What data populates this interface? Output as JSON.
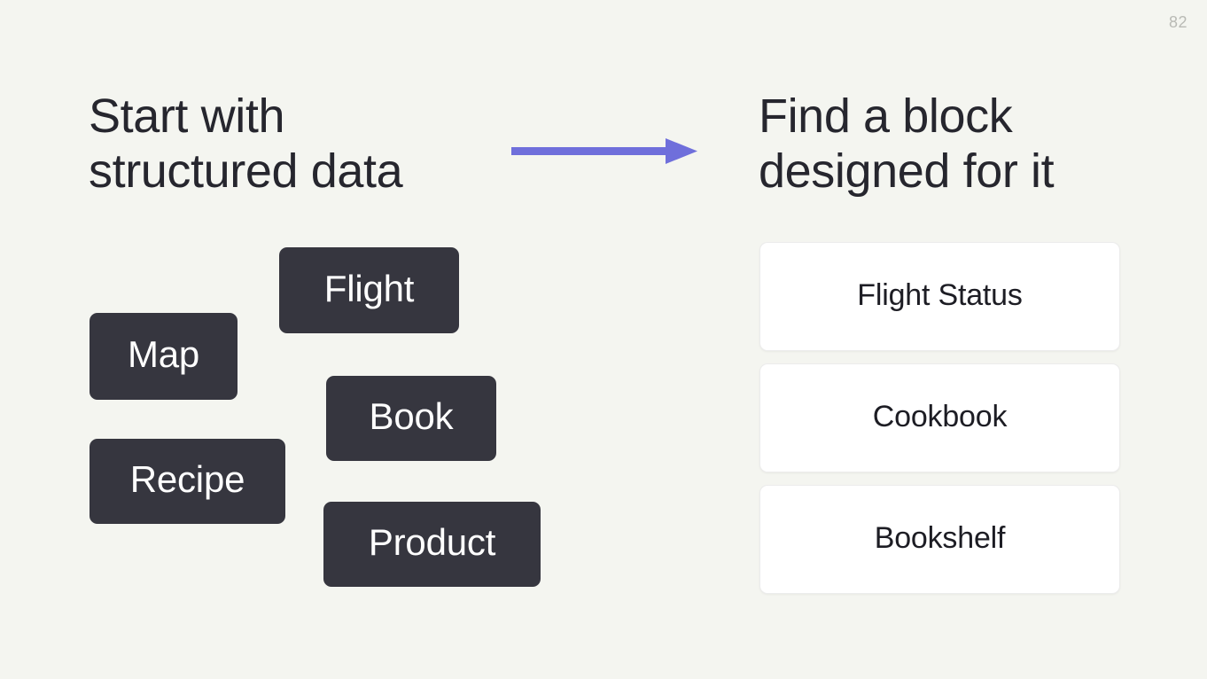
{
  "slide": {
    "page_number": "82",
    "background_color": "#f4f5f0"
  },
  "left": {
    "heading": "Start with\nstructured data",
    "chip_color": "#36363f",
    "chip_text_color": "#ffffff",
    "chips": [
      {
        "label": "Flight"
      },
      {
        "label": "Map"
      },
      {
        "label": "Book"
      },
      {
        "label": "Recipe"
      },
      {
        "label": "Product"
      }
    ]
  },
  "arrow": {
    "name": "right-arrow",
    "color": "#6f6fdb",
    "direction": "right"
  },
  "right": {
    "heading": "Find a block\ndesigned for it",
    "card_color": "#ffffff",
    "card_text_color": "#1d1d24",
    "cards": [
      {
        "label": "Flight Status"
      },
      {
        "label": "Cookbook"
      },
      {
        "label": "Bookshelf"
      }
    ]
  }
}
